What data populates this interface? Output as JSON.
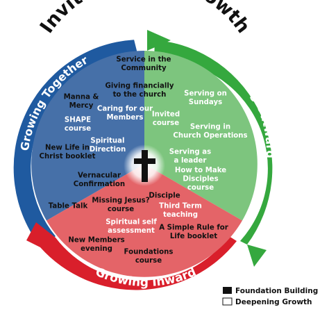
{
  "title": "Invitations to Growth",
  "colors": {
    "blue_ring": "#1f5aa0",
    "blue_sector": "#4670a8",
    "green_ring": "#35a83e",
    "green_sector": "#7dc57e",
    "red_ring": "#d91f2b",
    "red_sector": "#e46468"
  },
  "ring_labels": {
    "together": "Growing Together",
    "outward": "Growing Outward",
    "inward": "Growing Inward"
  },
  "items": {
    "service_community": [
      "Service in the",
      "Community"
    ],
    "giving_financially": [
      "Giving financially",
      "to the church"
    ],
    "manna_mercy": [
      "Manna &",
      "Mercy"
    ],
    "caring_members": [
      "Caring for our",
      "Members"
    ],
    "serving_sundays": [
      "Serving on",
      "Sundays"
    ],
    "shape_course": [
      "SHAPE",
      "course"
    ],
    "invited_course": [
      "Invited",
      "course"
    ],
    "serving_operations": [
      "Serving in",
      "Church Operations"
    ],
    "spiritual_direction": [
      "Spiritual",
      "Direction"
    ],
    "new_life": [
      "New Life in",
      "Christ booklet"
    ],
    "serving_leader": [
      "Serving as",
      "a leader"
    ],
    "make_disciples": [
      "How to Make",
      "Disciples",
      "course"
    ],
    "vernacular": [
      "Vernacular",
      "Confirmation"
    ],
    "disciple": [
      "Disciple"
    ],
    "table_talk": [
      "Table Talk"
    ],
    "missing_jesus": [
      "Missing Jesus?",
      "course"
    ],
    "third_term": [
      "Third Term",
      "teaching"
    ],
    "self_assessment": [
      "Spiritual self",
      "assessment"
    ],
    "simple_rule": [
      "A Simple Rule for",
      "Life booklet"
    ],
    "new_members": [
      "New Members",
      "evening"
    ],
    "foundations": [
      "Foundations",
      "course"
    ]
  },
  "legend": {
    "foundation": "Foundation Building",
    "deepening": "Deepening Growth"
  }
}
